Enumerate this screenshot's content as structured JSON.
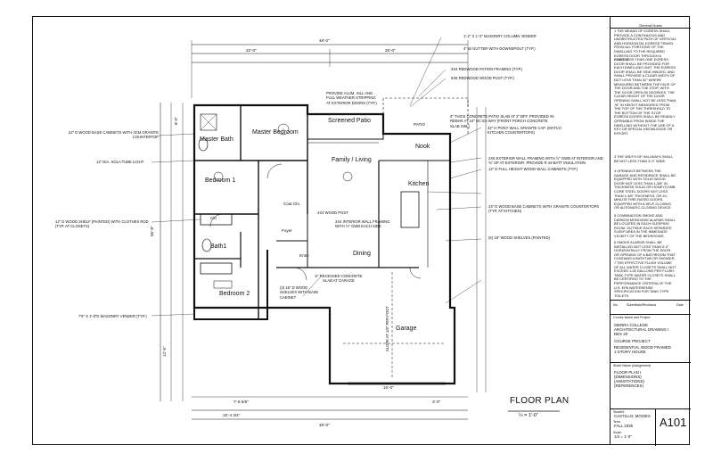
{
  "title": {
    "main": "FLOOR PLAN",
    "scale": "¼ = 1'-0\""
  },
  "rooms": {
    "master_bath": "Master Bath",
    "master_bedroom": "Master Bedroom",
    "screened_patio": "Screened Patio",
    "family_living": "Family / Living",
    "nook": "Nook",
    "bedroom1": "Bedroom 1",
    "kitchen": "Kitchen",
    "bath1": "Bath1",
    "dining": "Dining",
    "bedroom2": "Bedroom 2",
    "garage": "Garage",
    "entry": "Entry",
    "foyer": "Foyer",
    "coat_clo": "Coat Clo.",
    "clo": "Clo",
    "patio": "PATIO"
  },
  "dimensions_top": {
    "overall": "48'-0\"",
    "left": "22'-0\"",
    "right": "26'-0\""
  },
  "dimensions_bottom": {
    "overall": "48'-0\"",
    "seg1": "15'-4 3/4\"",
    "seg2": "7'-8 5/8\"",
    "seg3": "3'-0\"",
    "seg4": "16'-0\""
  },
  "dimensions_left": {
    "overall": "55'-8\"",
    "seg1": "12'-5\"",
    "seg2": "8'-0\""
  },
  "annotations": {
    "masonry_column": "1'-2\" x 1'-2\" MASONRY COLUMN VENEER",
    "gutter": "4\" W GUTTER WITH DOWNSPOUT (TYP.)",
    "patio_framing": "2X4 REDWOOD PATION FRAMING (TYP.)",
    "redwood_post": "6X6 REDWOOD WOOD POST (TYP.)",
    "alum_sill": "PROVIDE ALUM. SILL AND FULL WEATHER STRIPPING AT EXTERIOR DOORS (TYP.)",
    "concrete_patio": "4\" THICK CONCRETE PATIO SLAB AT 2\" BFF. PROVIDED #4 REBAR AT 24\" OC EA WAY (FRONT PORCH CONCRETE SLAB SIM.)",
    "pony_wall": "42\" H PONY WALL GRANITE CAP. (MATCH KITCHEN COUNTERTOPS)",
    "base_cabinets_master": "22\" D WOOD BASE CABINETS WITH 3CM GRANITE COUNTERTOP",
    "sola_tube": "12\" DIA. SOLA TUBE LIGHT",
    "exterior_wall": "2X6 EXTERIOR WALL FRAMING WITH ½\" GWB AT INTERIOR AND ¾\" SP AT EXTERIOR. PROVIDE R-19 BATT INSULATION",
    "wall_cabinets": "12\" D FULL HEIGHT WOOD WALL CABINETS (TYP.)",
    "wood_post": "4x4 WOOD POST",
    "interior_wall": "2X4 INTERIOR WALL FRAMING WITH ½\" GWB EACH SIDE",
    "wood_shelf": "12\" D WOOD SHELF (PAINTED) WITH CLOTHES ROD (TYP. AT CLOSETS)",
    "base_cabinets_kitchen": "24\" D WOOD BASE CABINETS WITH GRANITE COUNTERTOPS (TYP. AT KITCHEN)",
    "wood_shelves": "(5) 18\" WOOD SHELVES (PAINTED)",
    "recessed_slab": "6\" RECESSED CONCRETE SLAB AT GARAGE",
    "garage_shelves": "(3) 18\" D WOOD SHELVES WITH BASE CABINET",
    "masonry_veneer": "7'6\" x 1'-8\"D MASONRY VENEER (TYP.)",
    "slope": "SLOPE AT 1/8\" PER FOOT"
  },
  "title_block": {
    "general_notes_title": "General Notes",
    "notes": [
      "1 THE MEANS OF EGRESS SHALL PROVIDE A CONTINUOUS AND UNOBSTRUCTED PATH OF VERTICAL AND HORIZONTAL EGRESS TRAVEL FROM ALL PORTIONS OF THE DWELLING TO THE REQUIRED EGRESS DOOR THROUGH A GARAGE.",
      "2 NOT LESS THAN ONE EGRESS DOOR SHALL BE PROVIDED FOR EACH DWELLING UNIT. THE EGRESS DOOR SHALL BE SIDE-HINGED, AND SHALL PROVIDE A CLEAR WIDTH OF NOT LESS THAN 32\" WHERE MEASURED BETWEEN THE FACE OF THE DOOR AND THE STOP, WITH THE DOOR OPEN 90 DEGREES. THE CLEAR HEIGHT OF THE DOOR OPENING SHALL NOT BE LESS THAN 78\" IN HEIGHT MEASURED FROM THE TOP OF THE THRESHOLD TO THE BOTTOM OF THE STOP. EGRESS DOORS SHALL BE READILY OPENABLE FROM INSIDE THE DWELLING WITHOUT THE USE OF A KEY OR SPECIAL KNOWLEDGE OR EFFORT.",
      "3 THE WIDTH OF HALLWAYS SHALL BE NOT LESS THAN 3'-0\" WIDE.",
      "4 OPENINGS BETWEEN THE GARAGE AND RESIDENCE SHALL BE EQUIPPED WITH SOLID WOOD DOOR NOT LESS THAN 1-3/8\" IN THICKNESS SOLID OR HONEYCOMB CORE STEEL DOORS NOT LESS THAN 1-3/8\" THICKNESS, OR 20-MINUTE FIRE-RATED DOORS, EQUIPPED WITH A SELF-CLOSING OR AUTOMATIC-CLOSING DEVICE.",
      "5 COMBINATION SMOKE AND CARBON MONOXIDE ALARMS SHALL BE LOCATED IN EACH SLEEPING ROOM, OUTSIDE EACH SEPARATE SLEEP AREA IN THE IMMEDIATE VICINITY OF THE BEDROOMS.",
      "6 SMOKE ALARMS SHALL BE INSTALLED NOT LESS THAN 3'-0\" HORIZONTALLY FROM THE DOOR OR OPENING OF A BATHROOM THAT CONTAINS A BATHTUB OR SHOWER.",
      "7 THE EFFECTIVE FLUSH VOLUME OF ALL WATER CLOSETS SHALL NOT EXCEED 1.28 GALLONS PER FLUSH. TANK-TYPE WATER CLOSETS SHALL BE CERTIFIED TO THE PERFORMANCE CRITERIA OF THE U.S. EPA WATERSENSE SPECIFICATION FOR TANK-TYPE TOILETS."
    ],
    "rev_header": [
      "No.",
      "Submittals/Revisions",
      "Date"
    ],
    "course_label": "Course Name and Project",
    "course": [
      "SIERRA COLLEGE",
      "ARCHITECTURAL DRAWING I",
      "DES 20",
      "COURSE PROJECT",
      "RESIDENTIAL WOOD FRAMED",
      "1-STORY HOUSE"
    ],
    "sheet_label": "Sheet Name (Assignment)",
    "sheet_name": [
      "FLOOR PLAN I",
      "(DIMENSIONS)",
      "(ANNOTATIONS)",
      "(REFERENCES)"
    ],
    "student_label": "Student",
    "student": "CASTILLO, MOISES",
    "term_label": "Term",
    "term": "FALL 2025",
    "scale_label": "Scale",
    "scale": "1/4 = 1'-0\"",
    "sheet_number": "A101"
  }
}
